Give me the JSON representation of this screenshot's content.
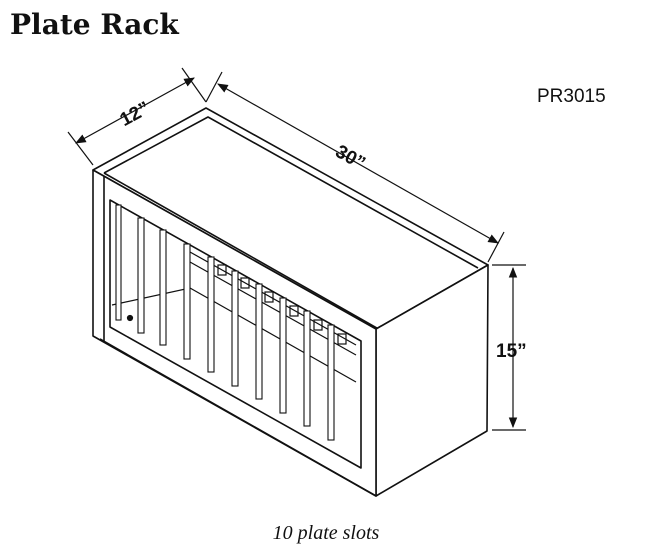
{
  "title": "Plate Rack",
  "model_code": "PR3015",
  "dimensions": {
    "depth": "12”",
    "width": "30”",
    "height": "15”"
  },
  "caption": "10 plate slots"
}
